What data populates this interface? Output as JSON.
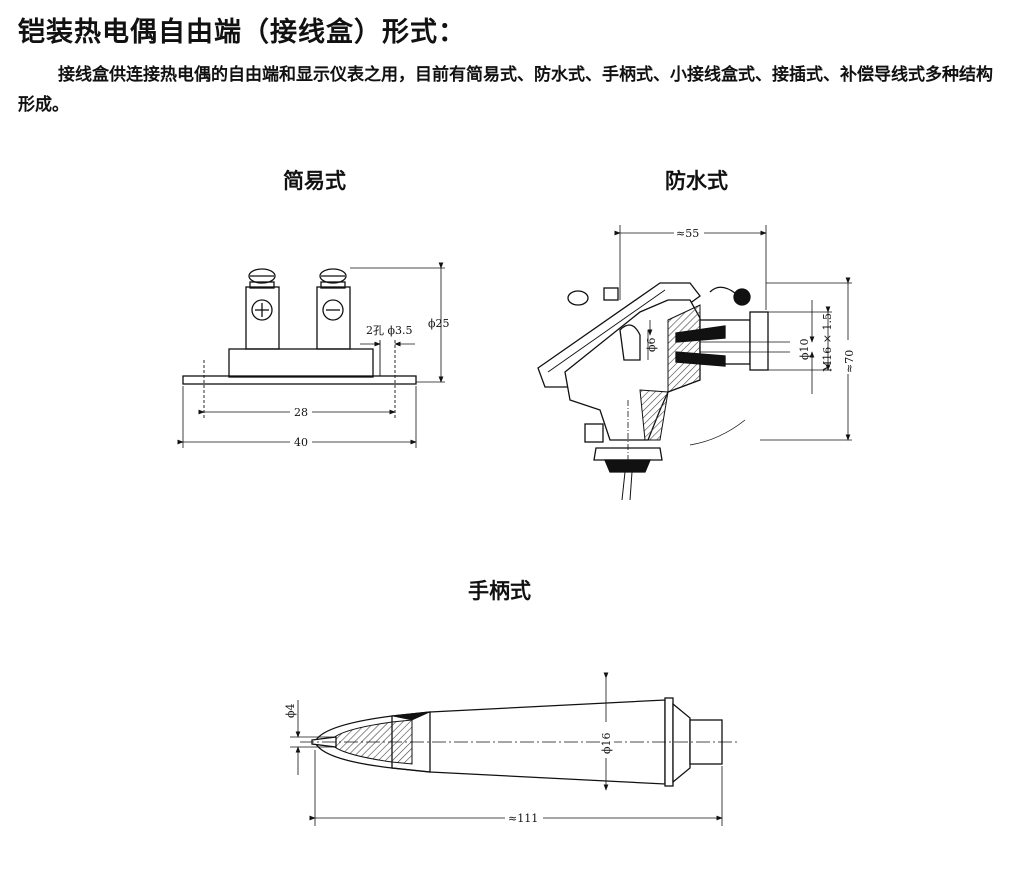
{
  "heading": "铠装热电偶自由端（接线盒）形式：",
  "intro": "接线盒供连接热电偶的自由端和显示仪表之用，目前有简易式、防水式、手柄式、小接线盒式、接插式、补偿导线式多种结构形成。",
  "figures": {
    "simple": {
      "caption": "简易式",
      "dims": {
        "hole": "2孔 ϕ3.5",
        "height": "ϕ25",
        "inner": "28",
        "outer": "40"
      }
    },
    "waterproof": {
      "caption": "防水式",
      "dims": {
        "width": "≈55",
        "d10": "ϕ10",
        "d6": "ϕ6",
        "thread": "M16 × 1.5",
        "height": "≈70"
      }
    },
    "handle": {
      "caption": "手柄式",
      "dims": {
        "tip": "ϕ4",
        "body": "ϕ16",
        "length": "≈111"
      }
    }
  }
}
